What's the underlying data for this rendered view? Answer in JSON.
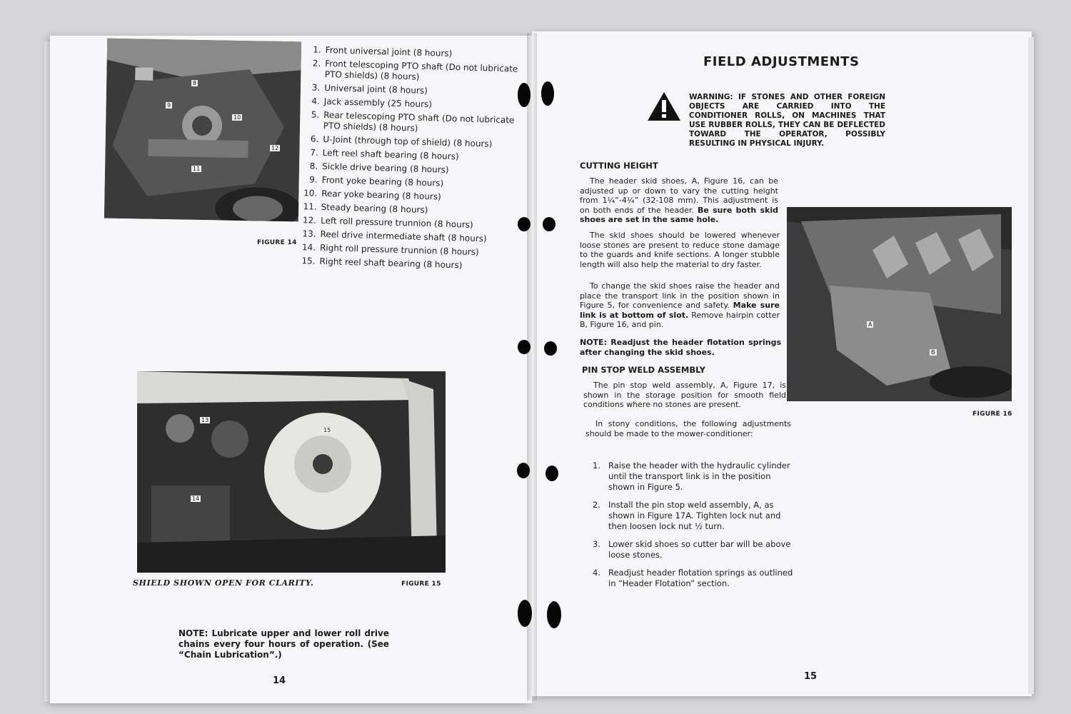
{
  "left_page": {
    "figure14_caption": "FIGURE 14",
    "figure14_callouts": [
      "8",
      "9",
      "10",
      "11",
      "12"
    ],
    "parts": [
      {
        "num": "1.",
        "text": "Front universal joint (8 hours)"
      },
      {
        "num": "2.",
        "text": "Front telescoping PTO shaft (Do not lubricate PTO shields) (8 hours)"
      },
      {
        "num": "3.",
        "text": "Universal joint (8 hours)"
      },
      {
        "num": "4.",
        "text": "Jack assembly (25 hours)"
      },
      {
        "num": "5.",
        "text": "Rear telescoping PTO shaft (Do not lubricate PTO shields) (8 hours)"
      },
      {
        "num": "6.",
        "text": "U-Joint (through top of shield) (8 hours)"
      },
      {
        "num": "7.",
        "text": "Left reel shaft bearing (8 hours)"
      },
      {
        "num": "8.",
        "text": "Sickle drive bearing (8 hours)"
      },
      {
        "num": "9.",
        "text": "Front yoke bearing (8 hours)"
      },
      {
        "num": "10.",
        "text": "Rear yoke bearing (8 hours)"
      },
      {
        "num": "11.",
        "text": "Steady bearing (8 hours)"
      },
      {
        "num": "12.",
        "text": "Left roll pressure trunnion (8 hours)"
      },
      {
        "num": "13.",
        "text": "Reel drive intermediate shaft (8 hours)"
      },
      {
        "num": "14.",
        "text": "Right roll pressure trunnion (8 hours)"
      },
      {
        "num": "15.",
        "text": "Right reel shaft bearing (8 hours)"
      }
    ],
    "figure15_shield_caption": "SHIELD SHOWN OPEN FOR CLARITY.",
    "figure15_caption": "FIGURE 15",
    "figure15_callouts": [
      "13",
      "14",
      "15"
    ],
    "note": "NOTE: Lubricate upper and lower roll drive chains every four hours of operation. (See “Chain Lubrication”.)",
    "page_number": "14"
  },
  "right_page": {
    "title": "FIELD ADJUSTMENTS",
    "warning": "WARNING: IF STONES AND OTHER FOREIGN OBJECTS ARE CARRIED INTO THE CONDITIONER ROLLS, ON MACHINES THAT USE RUBBER ROLLS, THEY CAN BE DEFLECTED TOWARD THE OPERATOR, POSSIBLY RESULTING IN PHYSICAL INJURY.",
    "cutting_height_heading": "CUTTING HEIGHT",
    "cutting_p1_a": "The header skid shoes, A, Figure 16, can be adjusted up or down to vary the cutting height from 1¼”-4¼” (32-108 mm). This adjustment is on both ends of the header.",
    "cutting_p1_b": "Be sure both skid shoes are set in the same hole.",
    "cutting_p2": "The skid shoes should be lowered whenever loose stones are present to reduce stone damage to the guards and knife sections. A longer stubble length will also help the material to dry faster.",
    "cutting_p3_a": "To change the skid shoes raise the header and place the transport link in the position shown in Figure 5, for convenience and safety.",
    "cutting_p3_b": "Make sure link is at bottom of slot.",
    "cutting_p3_c": "Remove hairpin cotter B, Figure 16, and pin.",
    "cutting_note": "NOTE: Readjust the header flotation springs after changing the skid shoes.",
    "pin_stop_heading": "PIN STOP WELD ASSEMBLY",
    "pin_p1": "The pin stop weld assembly, A, Figure 17, is shown in the storage position for smooth field conditions where no stones are present.",
    "pin_p2": "In stony conditions, the following adjustments should be made to the mower-conditioner:",
    "steps": [
      {
        "num": "1.",
        "text": "Raise the header with the hydraulic cylinder until the transport link is in the position shown in Figure 5."
      },
      {
        "num": "2.",
        "text": "Install the pin stop weld assembly, A, as shown in Figure 17A. Tighten lock nut and then loosen lock nut ½ turn."
      },
      {
        "num": "3.",
        "text": "Lower skid shoes so cutter bar will be above loose stones."
      },
      {
        "num": "4.",
        "text": "Readjust header flotation springs as outlined in “Header Flotation” section."
      }
    ],
    "figure16_caption": "FIGURE 16",
    "figure16_labels": [
      "A",
      "B"
    ],
    "page_number": "15"
  },
  "icons": [
    "warning-triangle-icon",
    "binding-hole-icon"
  ]
}
